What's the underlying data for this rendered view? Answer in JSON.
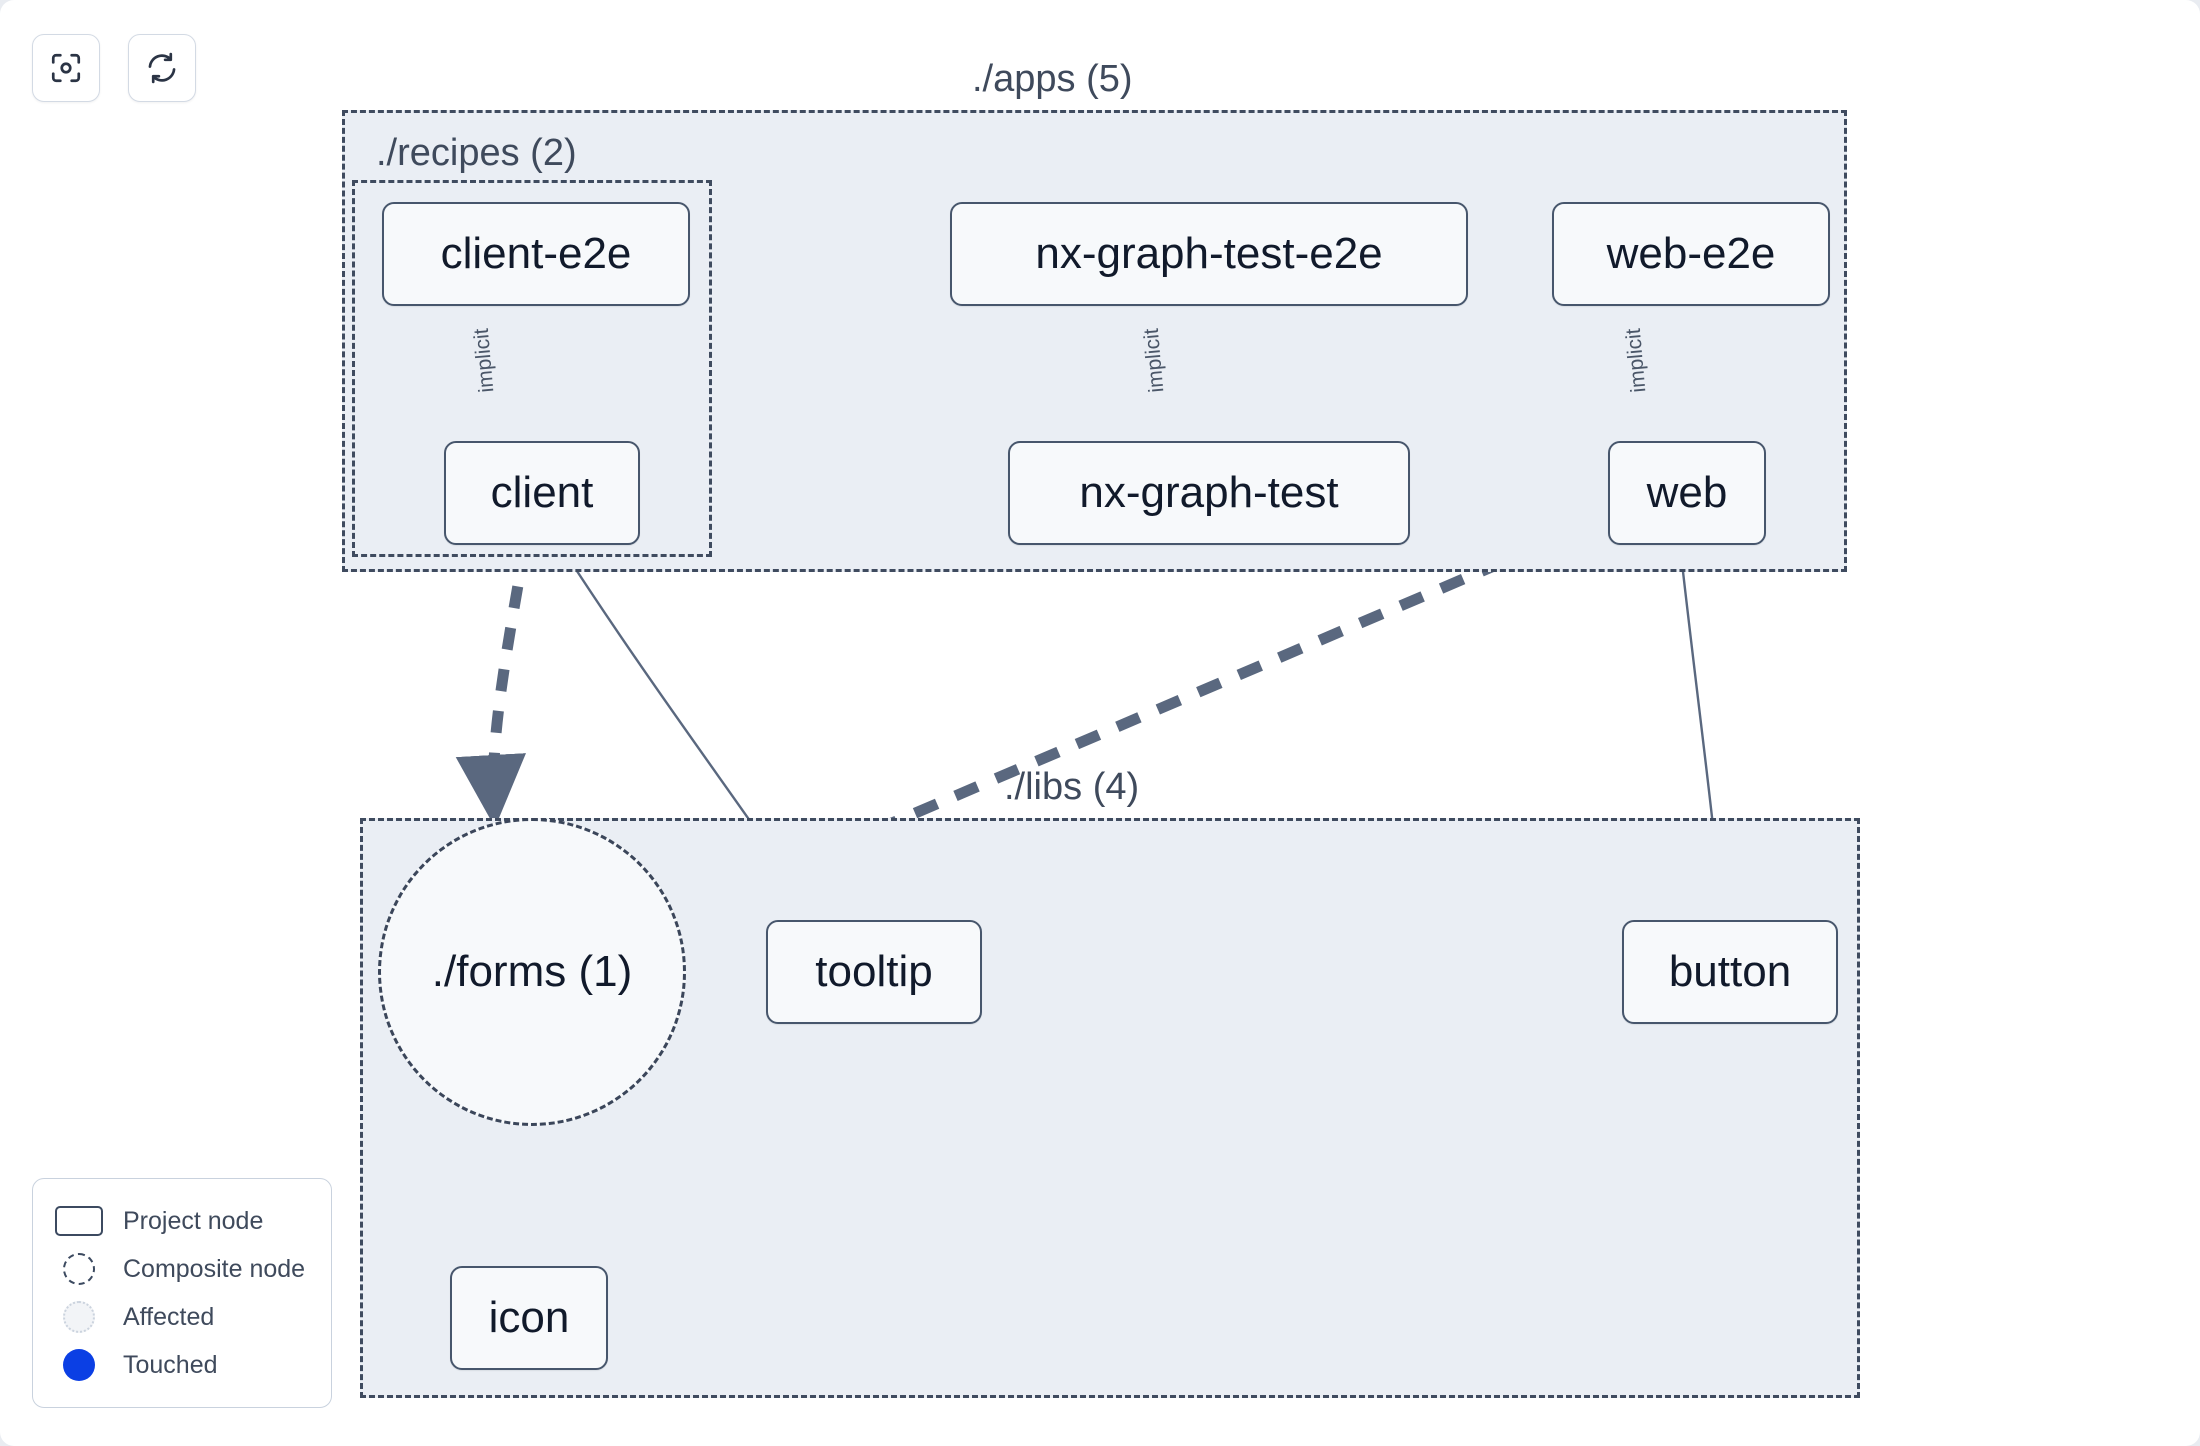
{
  "toolbar": {
    "buttons": [
      {
        "name": "focus-graph-button",
        "icon": "focus-target-icon",
        "title": "Focus"
      },
      {
        "name": "refresh-graph-button",
        "icon": "refresh-icon",
        "title": "Refresh"
      }
    ]
  },
  "groups": [
    {
      "id": "apps",
      "label": "./apps (5)"
    },
    {
      "id": "recipes",
      "label": "./recipes (2)"
    },
    {
      "id": "libs",
      "label": "./libs (4)"
    }
  ],
  "nodes": [
    {
      "id": "client-e2e",
      "label": "client-e2e",
      "type": "project"
    },
    {
      "id": "nx-graph-test-e2e",
      "label": "nx-graph-test-e2e",
      "type": "project"
    },
    {
      "id": "web-e2e",
      "label": "web-e2e",
      "type": "project"
    },
    {
      "id": "client",
      "label": "client",
      "type": "project"
    },
    {
      "id": "nx-graph-test",
      "label": "nx-graph-test",
      "type": "project"
    },
    {
      "id": "web",
      "label": "web",
      "type": "project"
    },
    {
      "id": "forms",
      "label": "./forms (1)",
      "type": "composite"
    },
    {
      "id": "tooltip",
      "label": "tooltip",
      "type": "project"
    },
    {
      "id": "button",
      "label": "button",
      "type": "project"
    },
    {
      "id": "icon",
      "label": "icon",
      "type": "project"
    }
  ],
  "edges": [
    {
      "from": "client-e2e",
      "to": "client",
      "label": "implicit",
      "style": "solid"
    },
    {
      "from": "nx-graph-test-e2e",
      "to": "nx-graph-test",
      "label": "implicit",
      "style": "solid"
    },
    {
      "from": "web-e2e",
      "to": "web",
      "label": "implicit",
      "style": "solid"
    },
    {
      "from": "client",
      "to": "forms",
      "label": "",
      "style": "dashed"
    },
    {
      "from": "client",
      "to": "tooltip",
      "label": "",
      "style": "solid"
    },
    {
      "from": "web",
      "to": "forms",
      "label": "",
      "style": "dashed"
    },
    {
      "from": "web",
      "to": "button",
      "label": "",
      "style": "solid"
    },
    {
      "from": "forms",
      "to": "icon",
      "label": "",
      "style": "dashed"
    }
  ],
  "legend": {
    "items": [
      {
        "key": "project-node",
        "label": "Project node"
      },
      {
        "key": "composite-node",
        "label": "Composite node"
      },
      {
        "key": "affected",
        "label": "Affected"
      },
      {
        "key": "touched",
        "label": "Touched"
      }
    ]
  },
  "colors": {
    "group_fill": "#eaeef4",
    "group_border": "#3f4b5f",
    "node_fill": "#f7f9fb",
    "node_border": "#47566c",
    "node_text": "#111a2b",
    "edge": "#5a687f",
    "touched": "#0b3fe4",
    "canvas": "#ffffff"
  }
}
